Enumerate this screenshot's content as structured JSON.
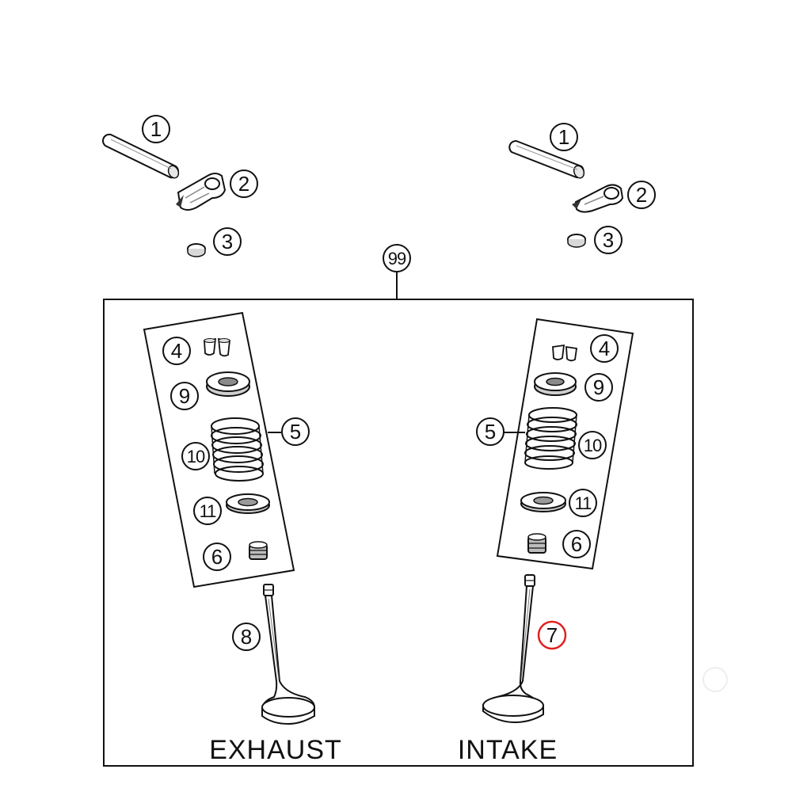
{
  "callouts": {
    "c1_left": "1",
    "c2_left": "2",
    "c3_left": "3",
    "c1_right": "1",
    "c2_right": "2",
    "c3_right": "3",
    "c99": "99",
    "c4_ex": "4",
    "c9_ex": "9",
    "c5_ex": "5",
    "c10_ex": "10",
    "c11_ex": "11",
    "c6_ex": "6",
    "c8": "8",
    "c4_in": "4",
    "c9_in": "9",
    "c5_in": "5",
    "c10_in": "10",
    "c11_in": "11",
    "c6_in": "6",
    "c7": "7"
  },
  "labels": {
    "exhaust": "EXHAUST",
    "intake": "INTAKE"
  },
  "highlight": {
    "callout": "7",
    "color": "#e02020"
  },
  "colors": {
    "line": "#111111",
    "part_fill": "#ffffff",
    "part_shade": "#bdbdbd"
  }
}
